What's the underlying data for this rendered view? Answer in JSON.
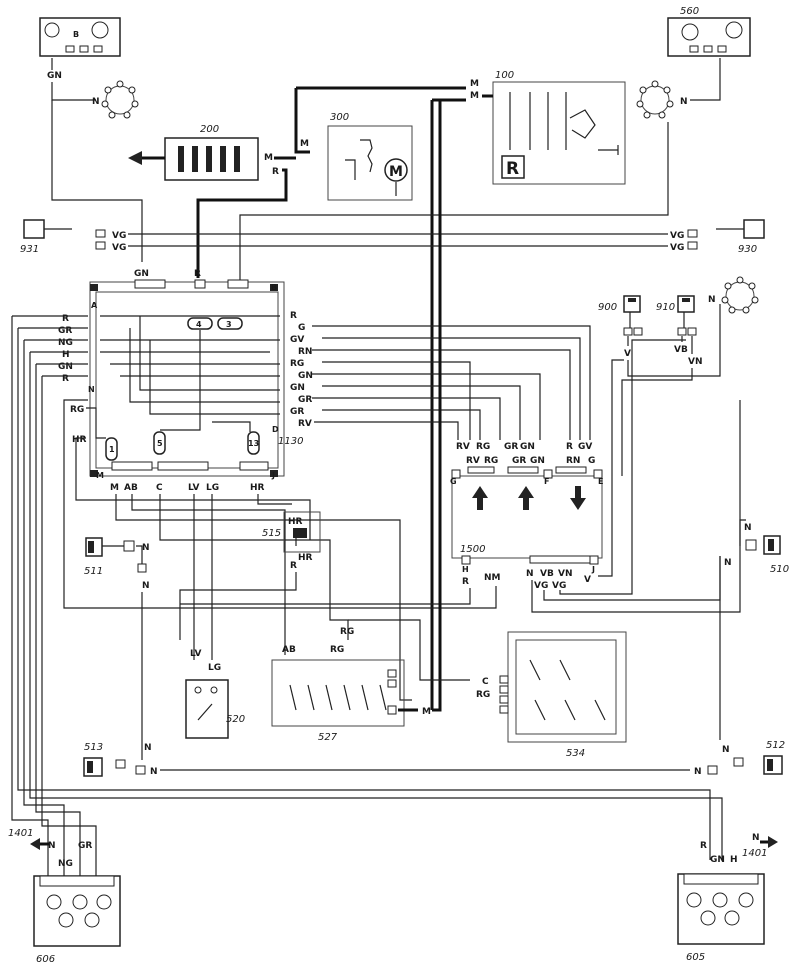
{
  "components": {
    "c100": "100",
    "c200": "200",
    "c300": "300",
    "c560": "560",
    "c931": "931",
    "c930": "930",
    "c900": "900",
    "c910": "910",
    "c1130": "1130",
    "c1500": "1500",
    "c515": "515",
    "c511": "511",
    "c510": "510",
    "c513": "513",
    "c512": "512",
    "c520": "520",
    "c527": "527",
    "c534": "534",
    "c1401L": "1401",
    "c1401R": "1401",
    "c606": "606",
    "c605": "605"
  },
  "symbols": {
    "regulator": "R",
    "motor": "M"
  },
  "connectors_1130": {
    "tl": "A",
    "tr": "B",
    "ml": "N",
    "br": "D",
    "bl": "M",
    "bright": "J",
    "fuses": [
      "4",
      "3",
      "1",
      "5",
      "13"
    ]
  },
  "connectors_1500": {
    "left": "G",
    "mid": "F",
    "right": "E",
    "bl": "H",
    "br": "J"
  },
  "wires_1130_left": [
    "R",
    "GR",
    "NG",
    "H",
    "GN",
    "R"
  ],
  "wires_1130_right": [
    "R",
    "G",
    "GV",
    "RN",
    "RG",
    "GN",
    "GN",
    "GR",
    "GR",
    "RV",
    "RV"
  ],
  "labels": {
    "gn": "GN",
    "n": "N",
    "m": "M",
    "r": "R",
    "vg": "VG",
    "v": "V",
    "vb": "VB",
    "vn": "VN",
    "rg": "RG",
    "hr": "HR",
    "ab": "AB",
    "c": "C",
    "lv": "LV",
    "lg": "LG",
    "nm": "NM",
    "ng": "NG",
    "gr": "GR",
    "h": "H",
    "rv": "RV",
    "gv": "GV",
    "rn": "RN",
    "g": "G",
    "b": "B"
  }
}
